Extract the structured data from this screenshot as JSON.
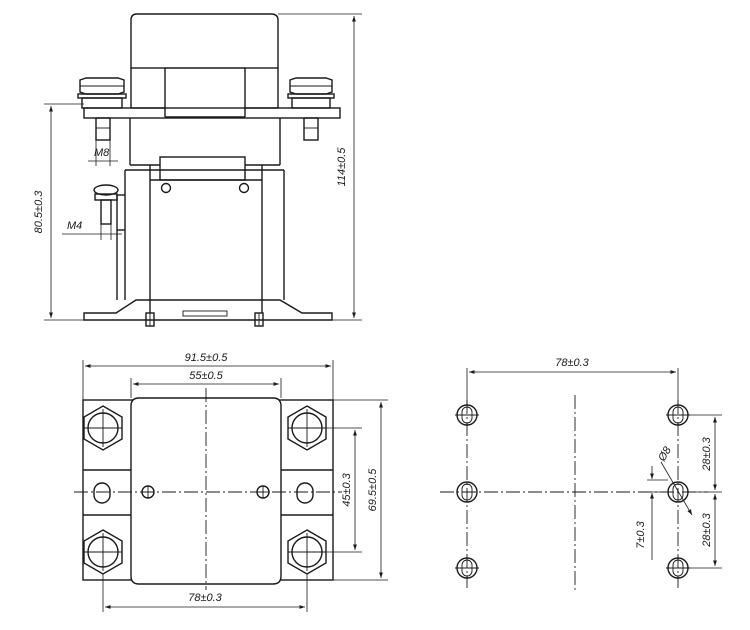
{
  "drawing": {
    "dimensions": {
      "height_total": "114±0.5",
      "height_terminal": "80.5±0.3",
      "thread_main": "M8",
      "thread_aux": "M4",
      "width_overall": "91.5±0.5",
      "width_body": "55±0.5",
      "bottom_spacing": "78±0.3",
      "vert_terminal_spacing": "45±0.3",
      "vert_overall": "69.5±0.5",
      "mount_spacing": "78±0.3",
      "mount_hole_dia": "8",
      "mount_vert_upper": "28±0.3",
      "mount_vert_lower": "28±0.3",
      "mount_offset": "7±0.3"
    }
  }
}
